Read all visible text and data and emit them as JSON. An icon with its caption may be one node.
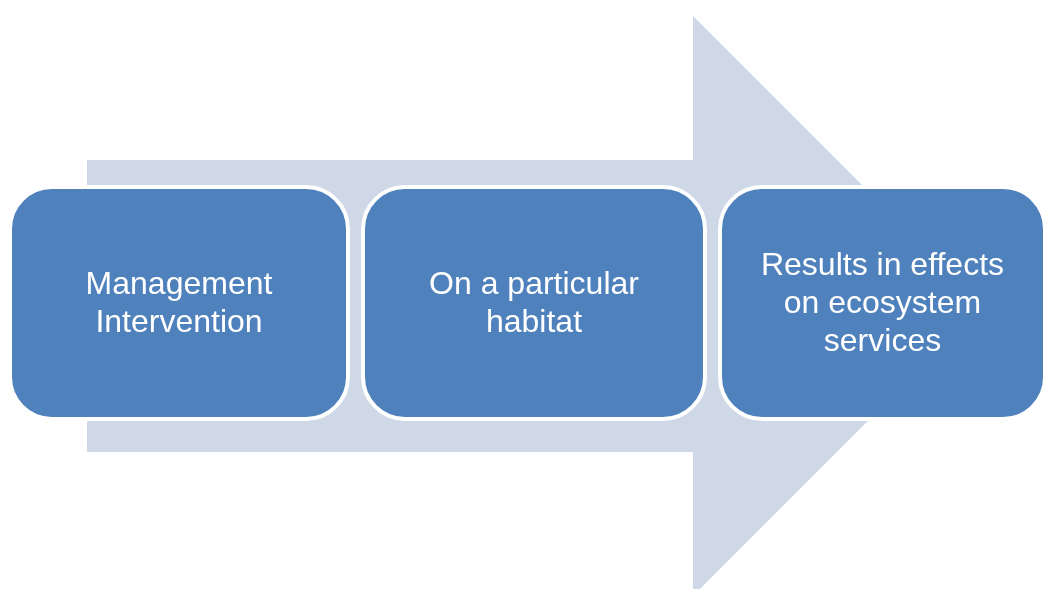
{
  "diagram": {
    "nodes": [
      {
        "text": [
          "Management Intervention"
        ]
      },
      {
        "text": [
          "On a particular habitat"
        ]
      },
      {
        "text": [
          "Results in effects on ecosystem services"
        ]
      }
    ],
    "edges": [
      {
        "from": 0,
        "to": 2,
        "arrow": "to",
        "style": "thick"
      }
    ]
  }
}
